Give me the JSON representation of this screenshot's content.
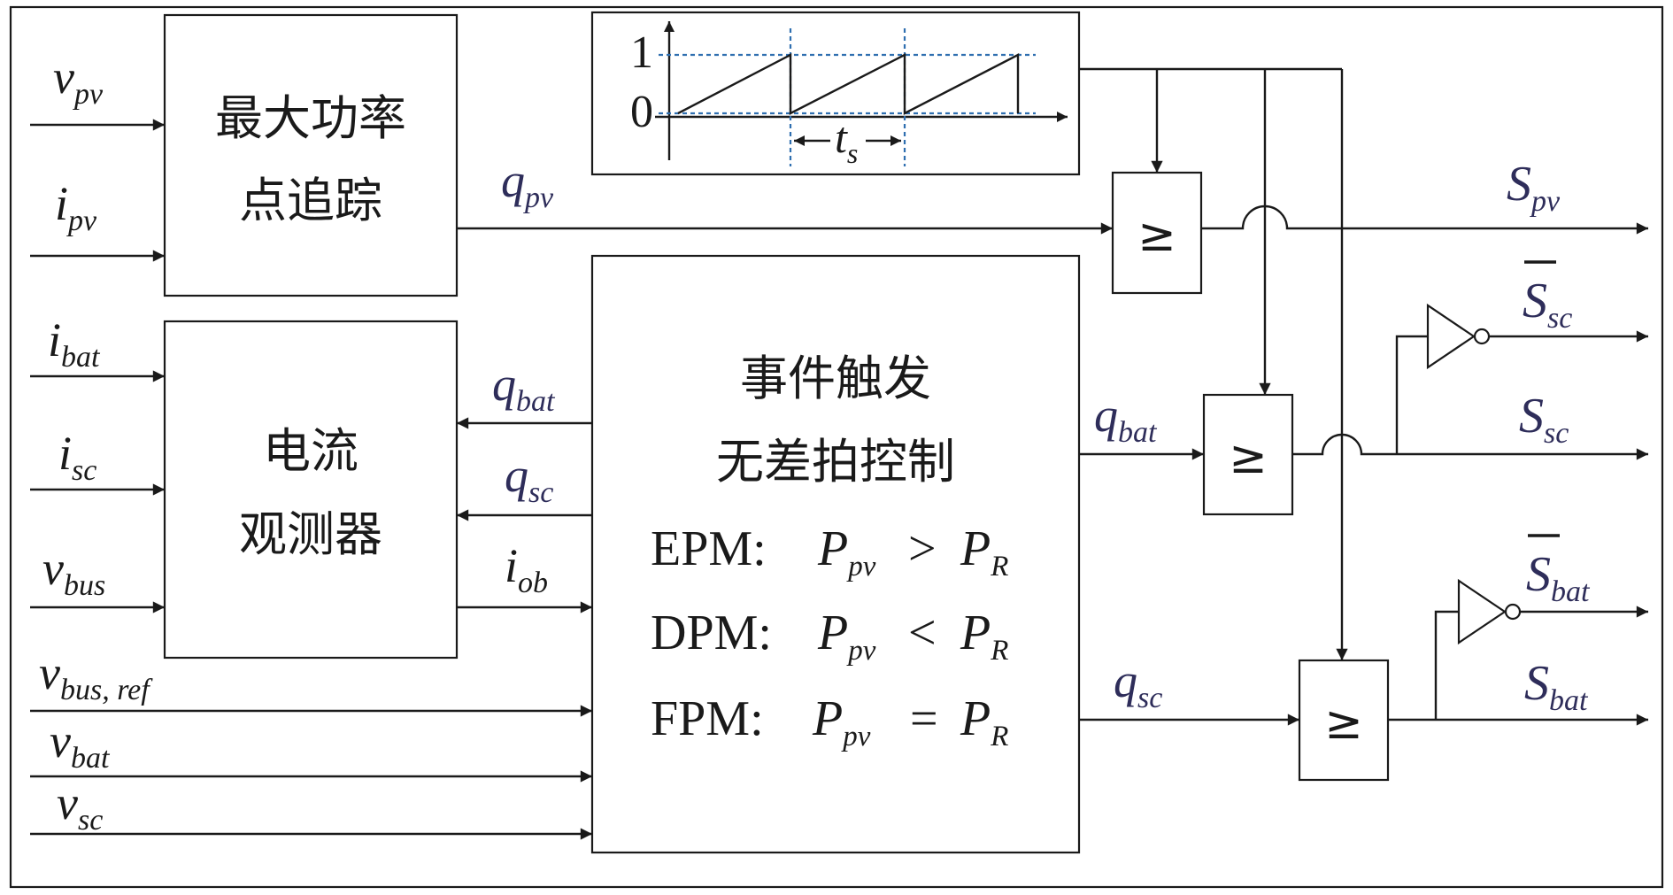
{
  "blocks": {
    "mppt": {
      "line1": "最大功率",
      "line2": "点追踪"
    },
    "observer": {
      "line1": "电流",
      "line2": "观测器"
    },
    "controller": {
      "line1": "事件触发",
      "line2": "无差拍控制",
      "modes": [
        {
          "name": "EPM:",
          "lhs": "P",
          "lhs_sub": "pv",
          "op": ">",
          "rhs": "P",
          "rhs_sub": "R"
        },
        {
          "name": "DPM:",
          "lhs": "P",
          "lhs_sub": "pv",
          "op": "<",
          "rhs": "P",
          "rhs_sub": "R"
        },
        {
          "name": "FPM:",
          "lhs": "P",
          "lhs_sub": "pv",
          "op": "=",
          "rhs": "P",
          "rhs_sub": "R"
        }
      ]
    },
    "comparator_symbol": "≥"
  },
  "carrier": {
    "level_high": "1",
    "level_low": "0",
    "period": "t",
    "period_sub": "s"
  },
  "inputs": {
    "v_pv": {
      "base": "v",
      "sub": "pv"
    },
    "i_pv": {
      "base": "i",
      "sub": "pv"
    },
    "i_bat": {
      "base": "i",
      "sub": "bat"
    },
    "i_sc": {
      "base": "i",
      "sub": "sc"
    },
    "v_bus": {
      "base": "v",
      "sub": "bus"
    },
    "v_bus_ref": {
      "base": "v",
      "sub": "bus, ref"
    },
    "v_bat": {
      "base": "v",
      "sub": "bat"
    },
    "v_sc": {
      "base": "v",
      "sub": "sc"
    }
  },
  "internal": {
    "q_pv": {
      "base": "q",
      "sub": "pv"
    },
    "q_bat_obs": {
      "base": "q",
      "sub": "bat"
    },
    "q_sc_obs": {
      "base": "q",
      "sub": "sc"
    },
    "i_ob": {
      "base": "i",
      "sub": "ob"
    },
    "q_bat_cmp": {
      "base": "q",
      "sub": "bat"
    },
    "q_sc_cmp": {
      "base": "q",
      "sub": "sc"
    }
  },
  "outputs": {
    "S_pv": {
      "base": "S",
      "sub": "pv"
    },
    "S_sc_bar": {
      "base": "S",
      "sub": "sc"
    },
    "S_sc": {
      "base": "S",
      "sub": "sc"
    },
    "S_bat_bar": {
      "base": "S",
      "sub": "bat"
    },
    "S_bat": {
      "base": "S",
      "sub": "bat"
    }
  }
}
